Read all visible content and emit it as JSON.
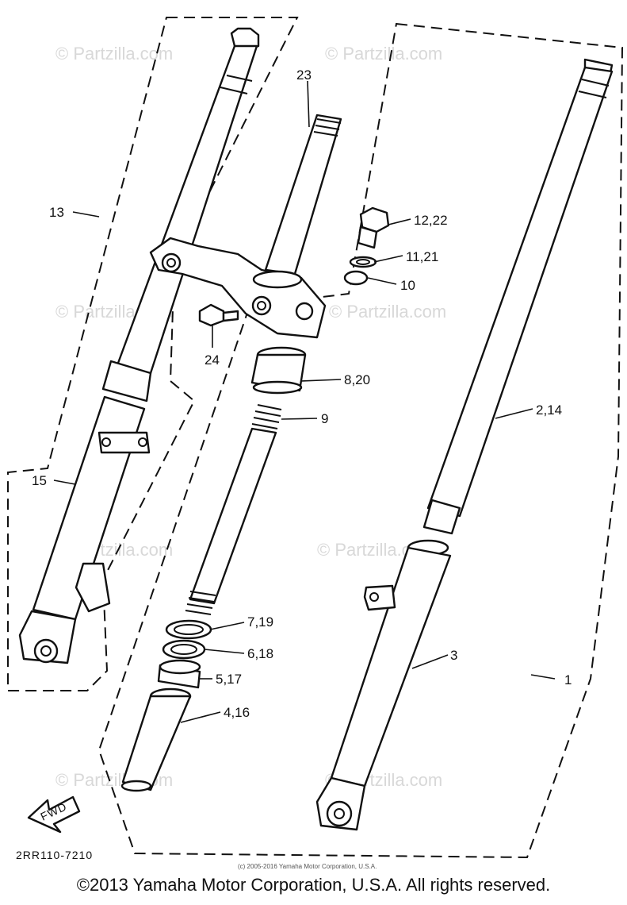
{
  "diagram": {
    "callouts": {
      "c1": "1",
      "c214": "2,14",
      "c3": "3",
      "c416": "4,16",
      "c517": "5,17",
      "c618": "6,18",
      "c719": "7,19",
      "c820": "8,20",
      "c9": "9",
      "c10": "10",
      "c1121": "11,21",
      "c1222": "12,22",
      "c13": "13",
      "c15": "15",
      "c23": "23",
      "c24": "24"
    },
    "fwd_label": "FWD",
    "drawing_code": "2RR110-7210",
    "small_copyright": "(c) 2005-2016 Yamaha Motor Corporation, U.S.A.",
    "watermark": "© Partzilla.com"
  },
  "footer": {
    "copyright": "©2013 Yamaha Motor Corporation, U.S.A. All rights reserved."
  }
}
